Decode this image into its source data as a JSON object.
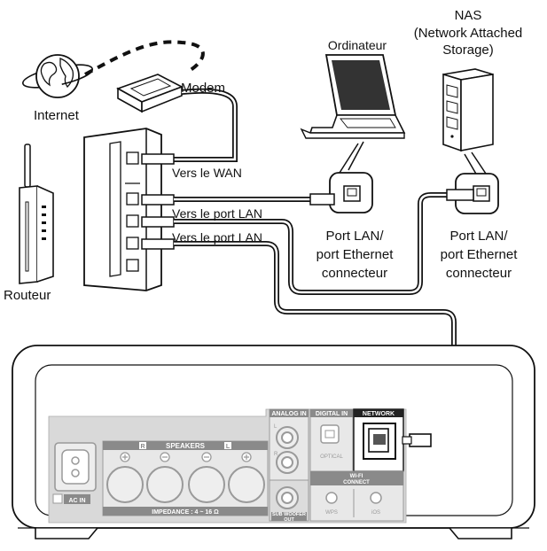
{
  "labels": {
    "nas": "NAS",
    "nas_full_1": "(Network Attached",
    "nas_full_2": "Storage)",
    "computer": "Ordinateur",
    "modem": "Modem",
    "internet": "Internet",
    "router": "Routeur",
    "to_wan": "Vers le WAN",
    "to_lan_1": "Vers le port LAN",
    "to_lan_2": "Vers le port LAN",
    "computer_port_1": "Port LAN/",
    "computer_port_2": "port Ethernet",
    "computer_port_3": "connecteur",
    "nas_port_1": "Port LAN/",
    "nas_port_2": "port Ethernet",
    "nas_port_3": "connecteur"
  },
  "panel": {
    "analog_in": "ANALOG IN",
    "digital_in": "DIGITAL IN",
    "network": "NETWORK",
    "speakers": "SPEAKERS",
    "right_mark": "R",
    "left_mark": "L",
    "impedance": "IMPEDANCE : 4 ~ 16 Ω",
    "optical": "OPTICAL",
    "wifi_connect_1": "WI-FI",
    "wifi_connect_2": "CONNECT",
    "wps": "WPS",
    "ios": "iOS",
    "sub_woofer_1": "SUB WOOFER",
    "sub_woofer_2": "OUT",
    "ac_in": "AC IN",
    "analog_l": "L",
    "analog_r": "R"
  },
  "colors": {
    "line": "#111111",
    "panel_gray": "#d9d9d9",
    "label_box": "#7a7a7a",
    "network_header": "#222222"
  }
}
